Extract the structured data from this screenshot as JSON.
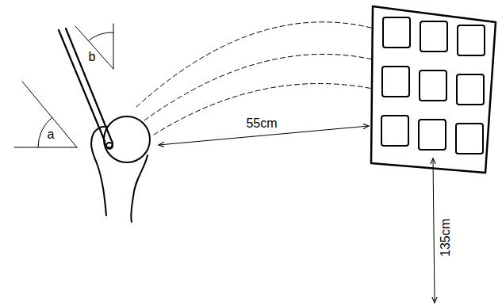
{
  "diagram": {
    "labels": [
      "a",
      "b",
      "55cm",
      "135cm"
    ]
  }
}
